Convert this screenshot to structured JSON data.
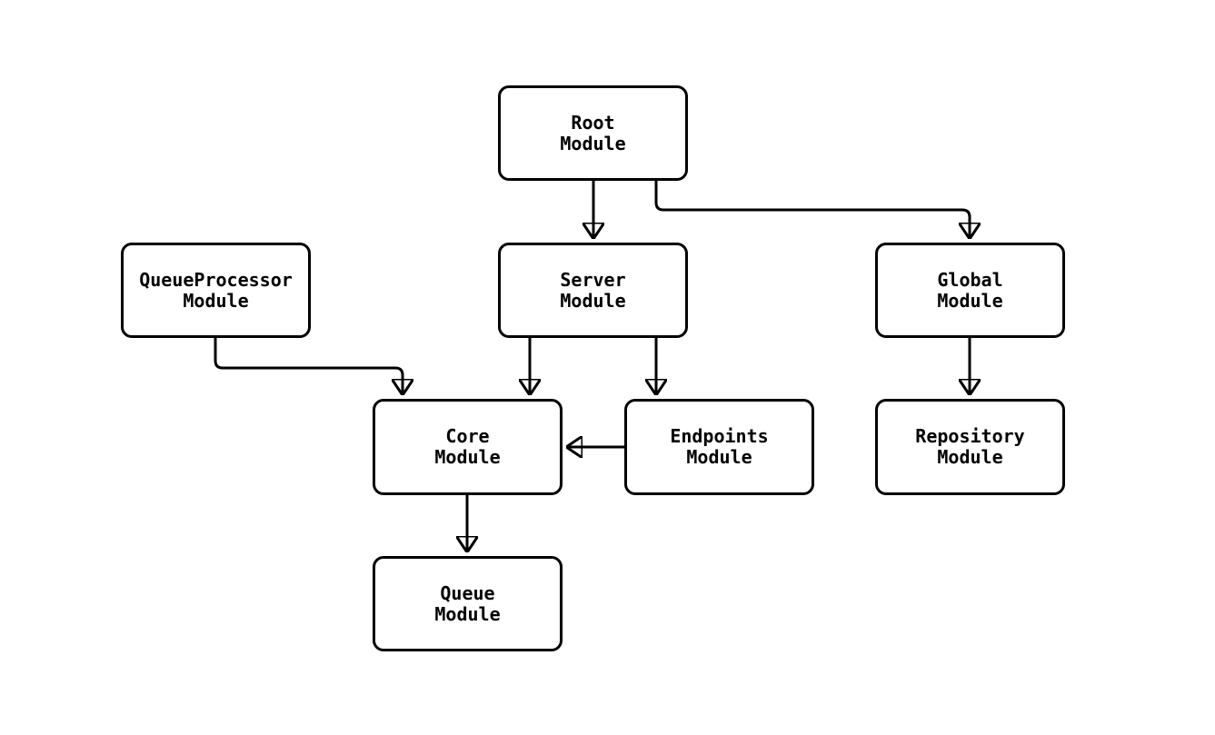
{
  "diagram": {
    "type": "module-dependency-flowchart",
    "background": "#ffffff",
    "colors": {
      "node_fill": "#ffffff",
      "node_border": "#000000",
      "edge": "#000000",
      "text": "#000000"
    },
    "nodes": [
      {
        "id": "root",
        "line1": "Root",
        "line2": "Module"
      },
      {
        "id": "queueprocessor",
        "line1": "QueueProcessor",
        "line2": "Module"
      },
      {
        "id": "server",
        "line1": "Server",
        "line2": "Module"
      },
      {
        "id": "global",
        "line1": "Global",
        "line2": "Module"
      },
      {
        "id": "core",
        "line1": "Core",
        "line2": "Module"
      },
      {
        "id": "endpoints",
        "line1": "Endpoints",
        "line2": "Module"
      },
      {
        "id": "repository",
        "line1": "Repository",
        "line2": "Module"
      },
      {
        "id": "queue",
        "line1": "Queue",
        "line2": "Module"
      }
    ],
    "edges": [
      {
        "from": "Root Module",
        "to": "Server Module"
      },
      {
        "from": "Root Module",
        "to": "Global Module"
      },
      {
        "from": "QueueProcessor Module",
        "to": "Core Module"
      },
      {
        "from": "Server Module",
        "to": "Core Module"
      },
      {
        "from": "Server Module",
        "to": "Endpoints Module"
      },
      {
        "from": "Endpoints Module",
        "to": "Core Module"
      },
      {
        "from": "Global Module",
        "to": "Repository Module"
      },
      {
        "from": "Core Module",
        "to": "Queue Module"
      }
    ]
  }
}
